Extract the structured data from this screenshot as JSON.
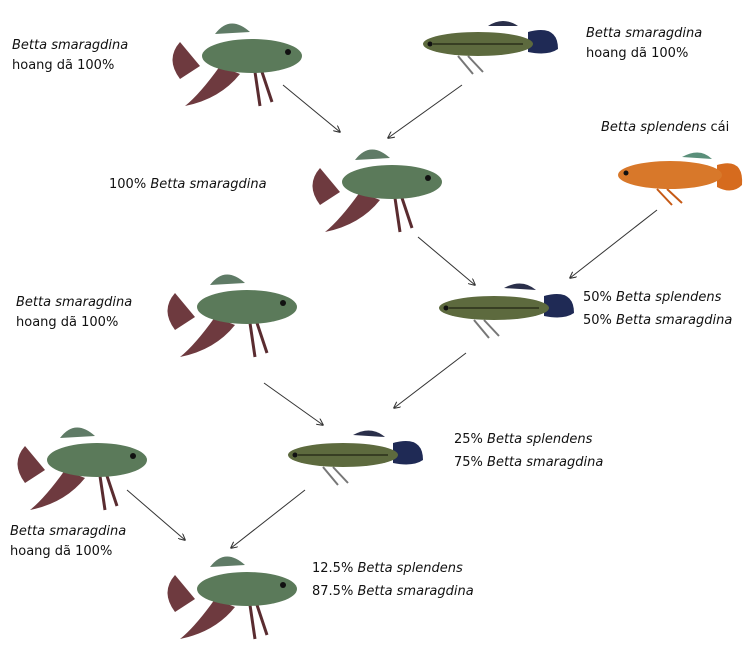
{
  "labels": {
    "wild_top_left": {
      "name": "Betta smaragdina",
      "note": "hoang dã 100%"
    },
    "wild_top_right": {
      "name": "Betta smaragdina",
      "note": "hoang dã 100%"
    },
    "splendens_female": {
      "name": "Betta splendens",
      "suffix": "cái"
    },
    "gen1": {
      "pct": "100%",
      "name": "Betta smaragdina"
    },
    "wild_mid_left": {
      "name": "Betta smaragdina",
      "note": "hoang dã 100%"
    },
    "gen2": {
      "pct1": "50%",
      "name1": "Betta splendens",
      "pct2": "50%",
      "name2": "Betta smaragdina"
    },
    "gen3": {
      "pct1": "25%",
      "name1": "Betta splendens",
      "pct2": "75%",
      "name2": "Betta smaragdina"
    },
    "wild_bottom_left": {
      "name": "Betta smaragdina",
      "note": "hoang dã 100%"
    },
    "gen4": {
      "pct1": "12.5%",
      "name1": "Betta splendens",
      "pct2": "87.5%",
      "name2": "Betta smaragdina"
    }
  },
  "colors": {
    "smaragdina_body": "#5b7a5a",
    "smaragdina_fin": "#6e3a3f",
    "hybrid_body": "#5d6a3e",
    "hybrid_fin": "#1f2a55",
    "splendens_body": "#d8782a",
    "arrow": "#333333"
  }
}
